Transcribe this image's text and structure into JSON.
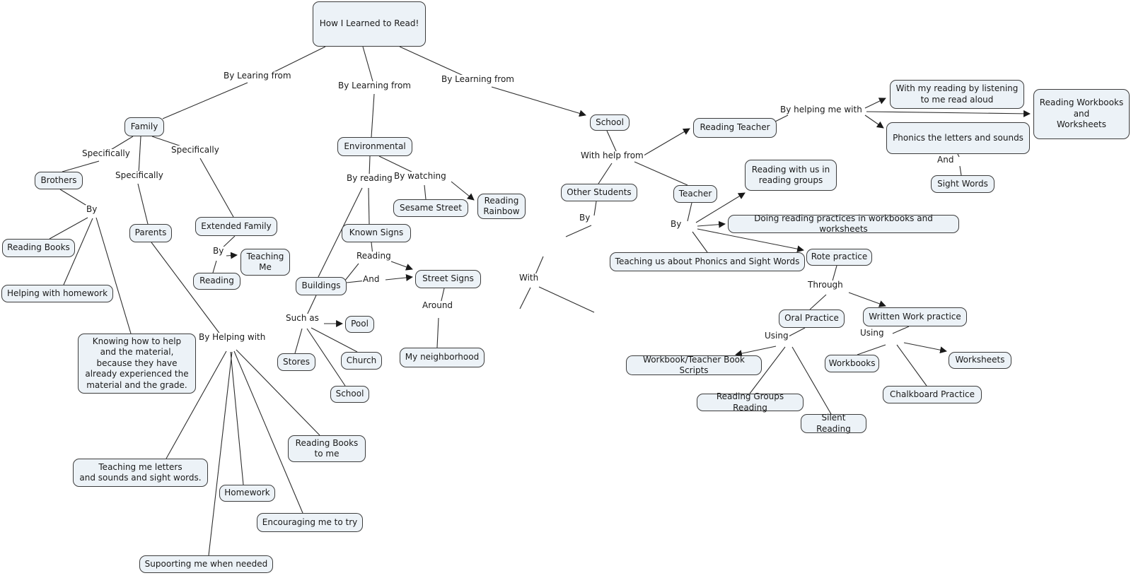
{
  "title": "How I Learned to Read!",
  "nodes": {
    "root": "How I Learned to Read!",
    "family": "Family",
    "brothers": "Brothers",
    "reading_books": "Reading Books",
    "helping_homework": "Helping with homework",
    "parents": "Parents",
    "extended_family": "Extended Family",
    "teaching_me": "Teaching\nMe",
    "reading": "Reading",
    "knowing": "Knowing how to help\nand the material,\nbecause they have\nalready experienced the\nmaterial and the grade.",
    "teaching_letters": "Teaching me letters\nand sounds and sight words.",
    "homework": "Homework",
    "encouraging": "Encouraging me to try",
    "supporting": "Supoorting me when needed",
    "reading_books_to_me": "Reading Books\nto me",
    "environmental": "Environmental",
    "sesame_street": "Sesame Street",
    "reading_rainbow": "Reading\nRainbow",
    "known_signs": "Known Signs",
    "buildings": "Buildings",
    "street_signs": "Street Signs",
    "my_neighborhood": "My neighborhood",
    "pool": "Pool",
    "stores": "Stores",
    "church": "Church",
    "school_building": "School",
    "school": "School",
    "reading_teacher": "Reading Teacher",
    "other_students": "Other Students",
    "teacher": "Teacher",
    "with_my_reading": "With my reading by listening\nto me read aloud",
    "reading_workbooks": "Reading Workbooks\nand\nWorksheets",
    "phonics": "Phonics the letters and sounds",
    "sight_words": "Sight Words",
    "reading_with_us": "Reading with us in\nreading groups",
    "doing_reading": "Doing reading practices in workbooks and worksheets",
    "teaching_us": "Teaching us about Phonics and Sight Words",
    "rote_practice": "Rote practice",
    "oral_practice": "Oral Practice",
    "written_work": "Written Work practice",
    "workbook_scripts": "Workbook/Teacher Book Scripts",
    "reading_groups_reading": "Reading Groups Reading",
    "silent_reading": "Silent Reading",
    "workbooks": "Workbooks",
    "chalkboard_practice": "Chalkboard Practice",
    "worksheets": "Worksheets"
  },
  "edge_labels": {
    "by_learing_from": "By Learing from",
    "by_learning_center": "By Learning from",
    "by_learning_right": "By Learning from",
    "specifically_left": "Specifically",
    "specifically_mid": "Specifically",
    "specifically_right": "Specifically",
    "by_brothers": "By",
    "by_extended": "By",
    "by_helping_with": "By Helping with",
    "by_reading": "By reading",
    "by_watching": "By watching",
    "reading_link": "Reading",
    "and_link": "And",
    "around": "Around",
    "such_as": "Such as",
    "with_help_from": "With help from",
    "by_helping_me_with": "By helping me with",
    "and_right": "And",
    "by_other_students": "By",
    "with": "With",
    "by_teacher": "By",
    "through": "Through",
    "using_oral": "Using",
    "using_written": "Using"
  },
  "colors": {
    "node_fill": "#ecf2f7",
    "node_border": "#3c3c3c",
    "line": "#2e2e2e",
    "text": "#1a1a1a",
    "background": "#ffffff"
  }
}
